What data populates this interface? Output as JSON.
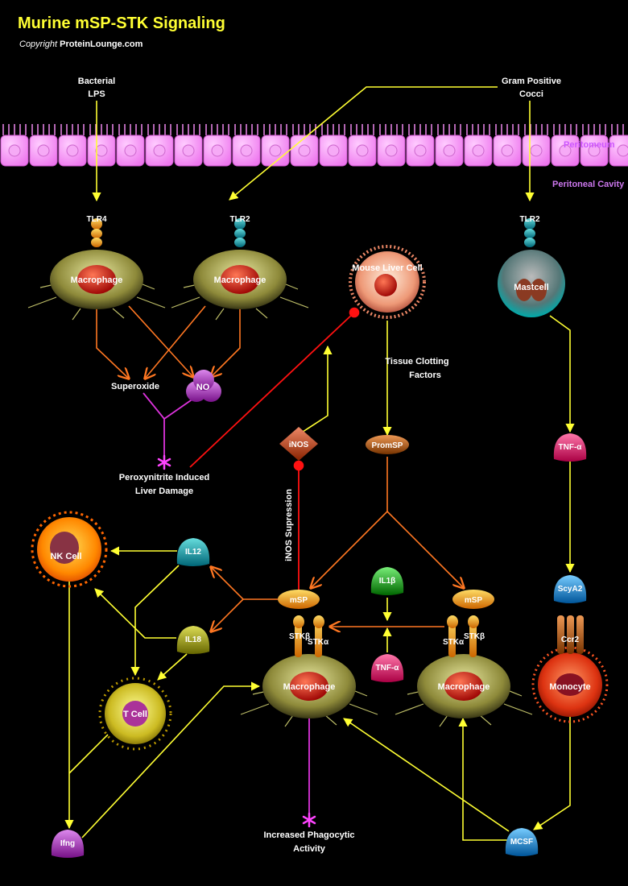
{
  "title": "Murine mSP-STK Signaling",
  "copyright": {
    "prefix": "Copyright",
    "site": "ProteinLounge.com"
  },
  "regions": {
    "membrane": "Peritomeum",
    "cavity": "Peritoneal Cavity"
  },
  "stimuli": {
    "lps_line1": "Bacterial",
    "lps_line2": "LPS",
    "cocci_line1": "Gram Positive",
    "cocci_line2": "Cocci"
  },
  "receptors": {
    "tlr4": "TLR4",
    "tlr2_a": "TLR2",
    "tlr2_b": "TLR2",
    "stk_beta": "STKβ",
    "stk_alpha": "STKα",
    "ccr2": "Ccr2"
  },
  "cells": {
    "macrophage": "Macrophage",
    "liver": "Mouse Liver Cell",
    "mastcell": "Mastcell",
    "nk": "NK Cell",
    "tcell": "T Cell",
    "monocyte": "Monocyte"
  },
  "molecules": {
    "superoxide": "Superoxide",
    "no": "NO",
    "inos": "iNOS",
    "promsp": "PromSP",
    "msp": "mSP",
    "il12": "IL12",
    "il18": "IL18",
    "il1b": "IL1β",
    "tnfa": "TNF-α",
    "scya2": "ScyA2",
    "ifng": "Ifng",
    "mcsf": "MCSF"
  },
  "labels": {
    "tissue_clotting_1": "Tissue Clotting",
    "tissue_clotting_2": "Factors",
    "peroxynitrite_1": "Peroxynitrite Induced",
    "peroxynitrite_2": "Liver Damage",
    "inos_supression": "iNOS Supression",
    "phago_1": "Increased Phagocytic",
    "phago_2": "Activity"
  },
  "colors": {
    "activation": "#ffff33",
    "mediator": "#ff7722",
    "inhibition": "#ff0000",
    "outcome": "#dd33dd",
    "title": "#ffff33",
    "region": "#cc77ee"
  }
}
